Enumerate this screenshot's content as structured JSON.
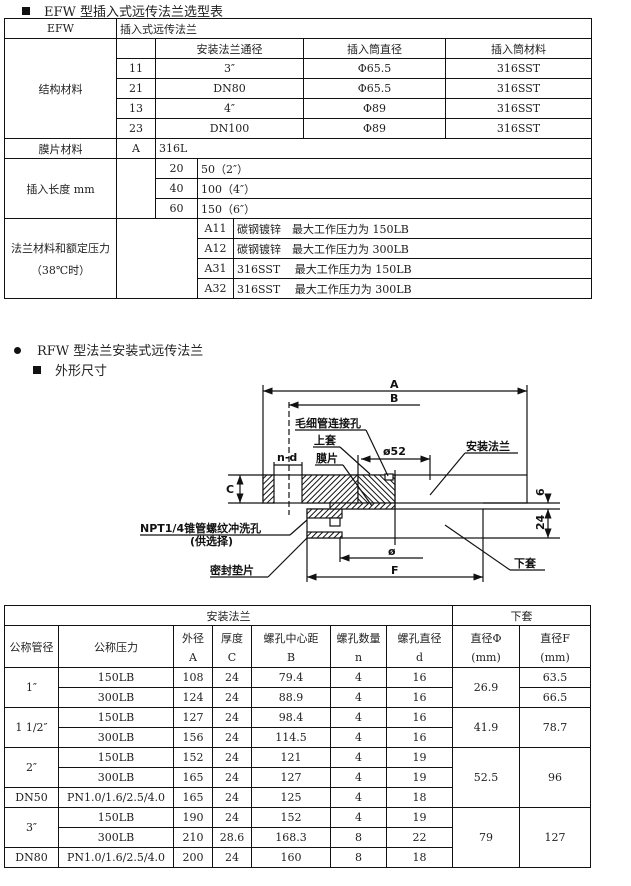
{
  "section1": {
    "title": "EFW 型插入式远传法兰选型表"
  },
  "table1": {
    "model": "EFW",
    "model_desc": "插入式远传法兰",
    "structure": {
      "label": "结构材料",
      "headers": [
        "安装法兰通径",
        "插入筒直径",
        "插入筒材料"
      ],
      "rows": [
        [
          "11",
          "3″",
          "Φ65.5",
          "316SST"
        ],
        [
          "21",
          "DN80",
          "Φ65.5",
          "316SST"
        ],
        [
          "13",
          "4″",
          "Φ89",
          "316SST"
        ],
        [
          "23",
          "DN100",
          "Φ89",
          "316SST"
        ]
      ]
    },
    "diaphragm": {
      "label": "膜片材料",
      "code": "A",
      "value": "316L"
    },
    "insert_length": {
      "label": "插入长度 mm",
      "rows": [
        [
          "20",
          "50（2″）"
        ],
        [
          "40",
          "100（4″）"
        ],
        [
          "60",
          "150（6″）"
        ]
      ]
    },
    "flange": {
      "label": "法兰材料和额定压力",
      "sublabel": "（38℃时）",
      "rows": [
        [
          "A11",
          "碳钢镀锌　最大工作压力为 150LB"
        ],
        [
          "A12",
          "碳钢镀锌　最大工作压力为 300LB"
        ],
        [
          "A31",
          "316SST　 最大工作压力为 150LB"
        ],
        [
          "A32",
          "316SST　 最大工作压力为 300LB"
        ]
      ]
    }
  },
  "section2": {
    "title": "RFW 型法兰安装式远传法兰",
    "subtitle": "外形尺寸"
  },
  "diagram": {
    "A": "A",
    "B": "B",
    "C": "C",
    "nd": "n-d",
    "d52": "ø52",
    "phi": "ø",
    "F": "F",
    "six": "6",
    "twentyfour": "24",
    "capillary": "毛细管连接孔",
    "upper": "上套",
    "membrane": "膜片",
    "flange": "安装法兰",
    "npt": "NPT1/4锥管螺纹冲洗孔",
    "optional": "(供选择)",
    "gasket": "密封垫片",
    "lower": "下套"
  },
  "table2": {
    "group1": "安装法兰",
    "group2": "下套",
    "headers": [
      "公称管径",
      "公称压力",
      "外径",
      "厚度",
      "螺孔中心距",
      "螺孔数量",
      "螺孔直径",
      "直径Φ",
      "直径F"
    ],
    "subheaders": [
      "A",
      "C",
      "B",
      "n",
      "d",
      "(mm)",
      "(mm)"
    ],
    "rows": [
      [
        "1″",
        "150LB",
        "108",
        "24",
        "79.4",
        "4",
        "16",
        "26.9",
        "63.5"
      ],
      [
        "",
        "300LB",
        "124",
        "24",
        "88.9",
        "4",
        "16",
        "",
        "66.5"
      ],
      [
        "1 1/2″",
        "150LB",
        "127",
        "24",
        "98.4",
        "4",
        "16",
        "41.9",
        "78.7"
      ],
      [
        "",
        "300LB",
        "156",
        "24",
        "114.5",
        "4",
        "16",
        "",
        ""
      ],
      [
        "2″",
        "150LB",
        "152",
        "24",
        "121",
        "4",
        "19",
        "52.5",
        "96"
      ],
      [
        "",
        "300LB",
        "165",
        "24",
        "127",
        "4",
        "19",
        "",
        ""
      ],
      [
        "DN50",
        "PN1.0/1.6/2.5/4.0",
        "165",
        "24",
        "125",
        "4",
        "18",
        "",
        ""
      ],
      [
        "3″",
        "150LB",
        "190",
        "24",
        "152",
        "4",
        "19",
        "79",
        "127"
      ],
      [
        "",
        "300LB",
        "210",
        "28.6",
        "168.3",
        "8",
        "22",
        "",
        ""
      ],
      [
        "DN80",
        "PN1.0/1.6/2.5/4.0",
        "200",
        "24",
        "160",
        "8",
        "18",
        "",
        ""
      ]
    ]
  }
}
